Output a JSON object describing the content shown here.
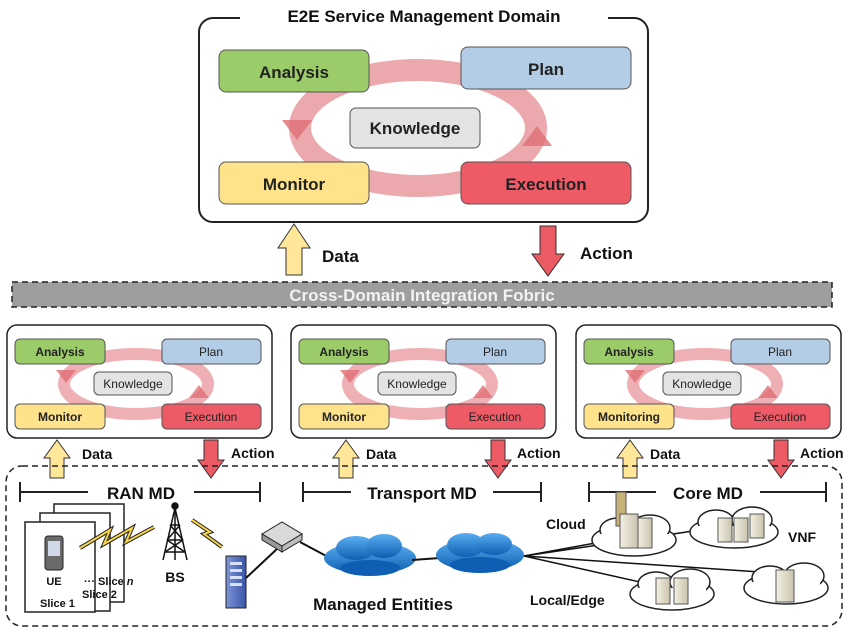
{
  "e2e": {
    "title": "E2E Service Management Domain",
    "analysis": "Analysis",
    "plan": "Plan",
    "knowledge": "Knowledge",
    "monitor": "Monitor",
    "execution": "Execution"
  },
  "top_flows": {
    "data": "Data",
    "action": "Action"
  },
  "fabric": {
    "label": "Cross-Domain Integration Fobric"
  },
  "domains": [
    {
      "analysis": "Analysis",
      "plan": "Plan",
      "knowledge": "Knowledge",
      "monitor": "Monitor",
      "execution": "Execution",
      "data": "Data",
      "action": "Action",
      "md_label": "RAN MD"
    },
    {
      "analysis": "Analysis",
      "plan": "Plan",
      "knowledge": "Knowledge",
      "monitor": "Monitor",
      "execution": "Execution",
      "data": "Data",
      "action": "Action",
      "md_label": "Transport MD"
    },
    {
      "analysis": "Analysis",
      "plan": "Plan",
      "knowledge": "Knowledge",
      "monitor": "Monitoring",
      "execution": "Execution",
      "data": "Data",
      "action": "Action",
      "md_label": "Core MD"
    }
  ],
  "entities": {
    "ue": "UE",
    "slice1": "Slice 1",
    "slice2": "Slice 2",
    "slicen_prefix": "··· Slice ",
    "slicen_var": "n",
    "bs": "BS",
    "managed": "Managed Entities",
    "cloud": "Cloud",
    "vnf": "VNF",
    "local_edge": "Local/Edge"
  },
  "colors": {
    "analysis": "#9ccc6a",
    "plan": "#b3cde6",
    "knowledge": "#e3e3e3",
    "monitor": "#ffe38a",
    "execution": "#ee5a65",
    "loop": "#e06f76",
    "data_arrow": "#ffe699",
    "action_arrow": "#ec5a63",
    "fabric": "#9e9e9e",
    "cloud_blue": "#1b73c9"
  }
}
